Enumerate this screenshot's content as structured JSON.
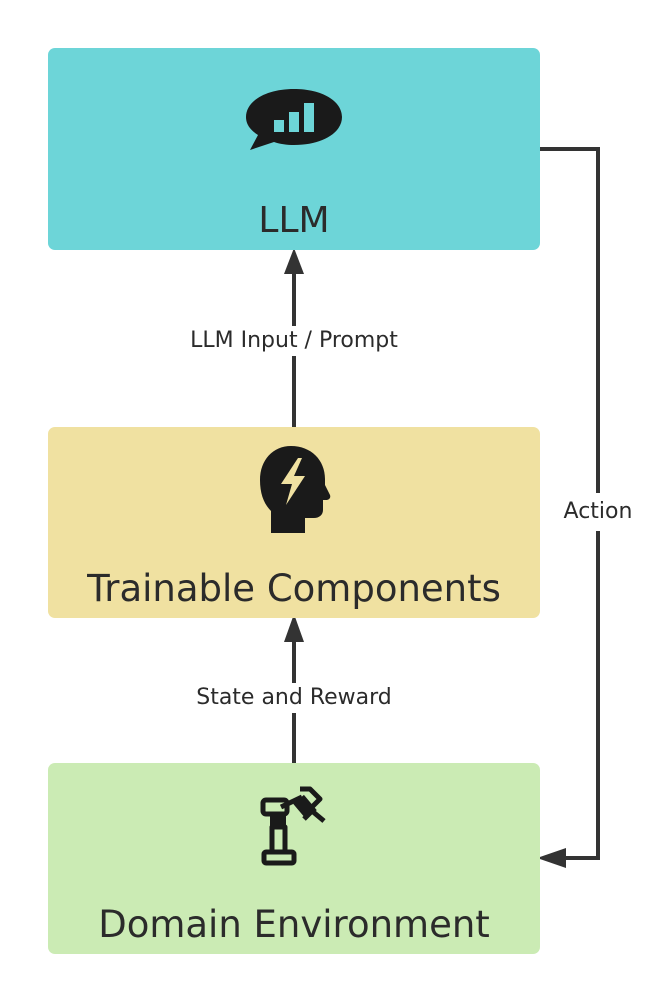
{
  "nodes": {
    "llm": {
      "label": "LLM",
      "icon": "chat-bar-chart-icon",
      "color": "#6dd5d8"
    },
    "trainable": {
      "label": "Trainable Components",
      "icon": "head-lightning-icon",
      "color": "#f0e1a1"
    },
    "environment": {
      "label": "Domain Environment",
      "icon": "robot-arm-icon",
      "color": "#cbebb4"
    }
  },
  "edges": {
    "prompt": {
      "label": "LLM Input / Prompt"
    },
    "state_reward": {
      "label": "State and Reward"
    },
    "action": {
      "label": "Action"
    }
  }
}
